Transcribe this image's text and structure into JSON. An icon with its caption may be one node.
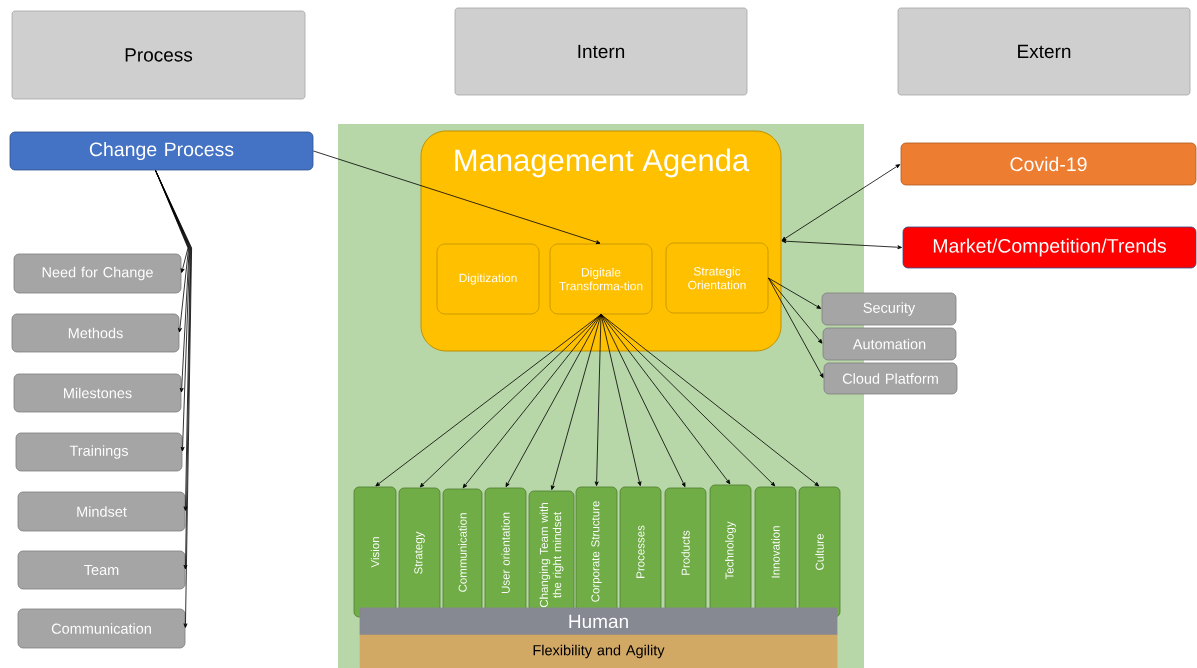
{
  "diagram": {
    "nodes": [
      {
        "text": [
          "Process"
        ]
      },
      {
        "text": [
          "Intern"
        ]
      },
      {
        "text": [
          "Extern"
        ]
      },
      {
        "text": [
          "Change Process"
        ]
      },
      {
        "text": [
          "Need for Change"
        ]
      },
      {
        "text": [
          "Methods"
        ]
      },
      {
        "text": [
          "Milestones"
        ]
      },
      {
        "text": [
          "Trainings"
        ]
      },
      {
        "text": [
          "Mindset"
        ]
      },
      {
        "text": [
          "Team"
        ]
      },
      {
        "text": [
          "Communication"
        ]
      },
      {
        "text": [
          "Management Agenda"
        ]
      },
      {
        "text": [
          "Digitization"
        ],
        "in": 11
      },
      {
        "text": [
          "Digitale Transforma-tion"
        ],
        "in": 11
      },
      {
        "text": [
          "Strategic Orientation"
        ],
        "in": 11
      },
      {
        "text": [
          "Covid-19"
        ]
      },
      {
        "text": [
          "Market/Competition/Trends"
        ]
      },
      {
        "text": [
          "Security"
        ]
      },
      {
        "text": [
          "Automation"
        ]
      },
      {
        "text": [
          "Cloud Platform"
        ]
      },
      {
        "text": [
          "Vision"
        ]
      },
      {
        "text": [
          "Strategy"
        ]
      },
      {
        "text": [
          "Communication"
        ]
      },
      {
        "text": [
          "User orientation"
        ]
      },
      {
        "text": [
          "Changing Team with the right mindset"
        ]
      },
      {
        "text": [
          "Corporate Structure"
        ]
      },
      {
        "text": [
          "Processes"
        ]
      },
      {
        "text": [
          "Products"
        ]
      },
      {
        "text": [
          "Technology"
        ]
      },
      {
        "text": [
          "Innovation"
        ]
      },
      {
        "text": [
          "Culture"
        ]
      },
      {
        "text": [
          "Human"
        ]
      },
      {
        "text": [
          "Flexibility and Agility"
        ]
      }
    ],
    "edges": [
      {
        "from": 3,
        "to": 4,
        "arrow": "to"
      },
      {
        "from": 3,
        "to": 5,
        "arrow": "to"
      },
      {
        "from": 3,
        "to": 6,
        "arrow": "to"
      },
      {
        "from": 3,
        "to": 7,
        "arrow": "to"
      },
      {
        "from": 3,
        "to": 8,
        "arrow": "to"
      },
      {
        "from": 3,
        "to": 9,
        "arrow": "to"
      },
      {
        "from": 3,
        "to": 10,
        "arrow": "to"
      },
      {
        "from": 3,
        "to": 13,
        "arrow": "to"
      },
      {
        "from": 15,
        "to": 11,
        "arrow": "both"
      },
      {
        "from": 11,
        "to": 16,
        "arrow": "both"
      },
      {
        "from": 14,
        "to": 17,
        "arrow": "to"
      },
      {
        "from": 14,
        "to": 18,
        "arrow": "to"
      },
      {
        "from": 14,
        "to": 19,
        "arrow": "to"
      },
      {
        "from": 13,
        "to": 20,
        "arrow": "to"
      },
      {
        "from": 13,
        "to": 21,
        "arrow": "to"
      },
      {
        "from": 13,
        "to": 22,
        "arrow": "to"
      },
      {
        "from": 13,
        "to": 23,
        "arrow": "to"
      },
      {
        "from": 13,
        "to": 24,
        "arrow": "to"
      },
      {
        "from": 13,
        "to": 25,
        "arrow": "to"
      },
      {
        "from": 13,
        "to": 26,
        "arrow": "to"
      },
      {
        "from": 13,
        "to": 27,
        "arrow": "to"
      },
      {
        "from": 13,
        "to": 28,
        "arrow": "to"
      },
      {
        "from": 13,
        "to": 29,
        "arrow": "to"
      },
      {
        "from": 13,
        "to": 30,
        "arrow": "to"
      }
    ]
  }
}
